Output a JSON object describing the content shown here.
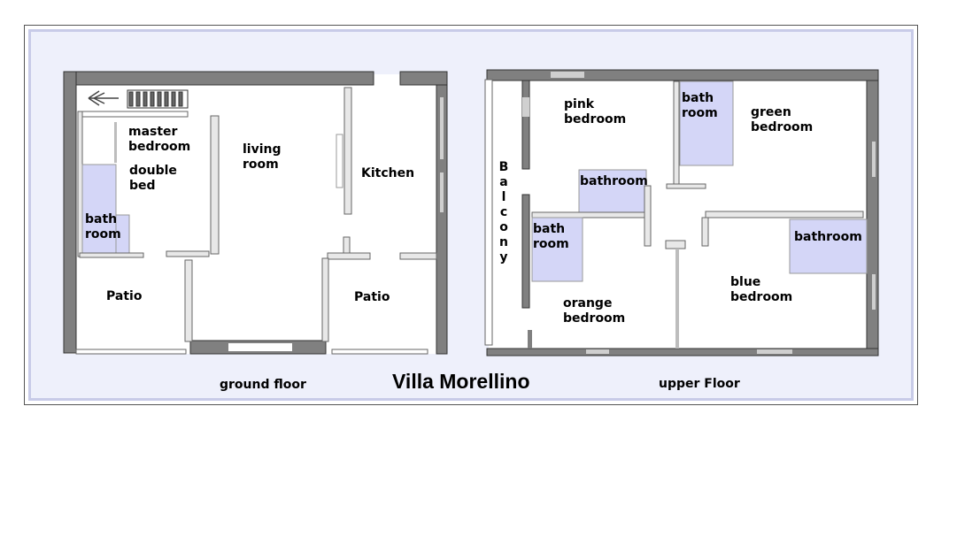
{
  "title": "Villa Morellino",
  "floors": {
    "ground": {
      "caption": "ground floor",
      "rooms": {
        "master_bedroom": "master\nbedroom",
        "double_bed": "double\nbed",
        "living_room": "living\nroom",
        "kitchen": "Kitchen",
        "bathroom": "bath\nroom",
        "patio_left": "Patio",
        "patio_right": "Patio"
      }
    },
    "upper": {
      "caption": "upper Floor",
      "rooms": {
        "balcony": "Balcony",
        "pink_bedroom": "pink\nbedroom",
        "bathroom_top": "bath\nroom",
        "green_bedroom": "green\nbedroom",
        "bathroom_center": "bathroom",
        "bathroom_left": "bath\nroom",
        "bathroom_right": "bathroom",
        "orange_bedroom": "orange\nbedroom",
        "blue_bedroom": "blue\nbedroom"
      }
    }
  },
  "colors": {
    "wall": "#808080",
    "bathroom_fill": "#d4d6f7",
    "background": "#eef0fb"
  }
}
